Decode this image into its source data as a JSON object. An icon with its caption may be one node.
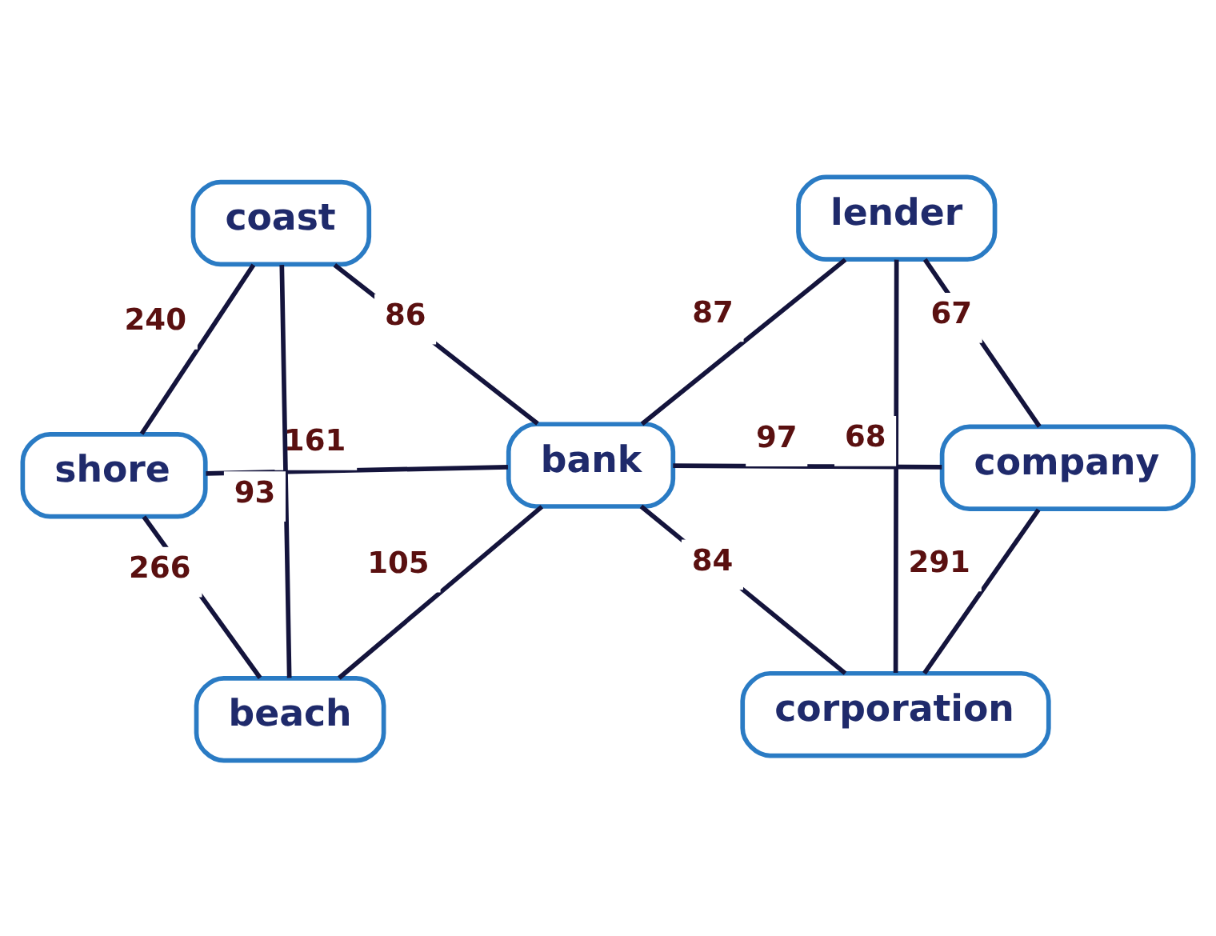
{
  "diagram": {
    "nodes": [
      {
        "text": [
          "shore"
        ]
      },
      {
        "text": [
          "company"
        ]
      },
      {
        "text": [
          "beach"
        ]
      },
      {
        "text": [
          "bank"
        ]
      },
      {
        "text": [
          "lender"
        ]
      },
      {
        "text": [
          "coast"
        ]
      },
      {
        "text": [
          "corporation"
        ]
      }
    ],
    "edges": [
      {
        "from": 0,
        "to": 5,
        "arrow": "none",
        "label": "240"
      },
      {
        "from": 0,
        "to": 2,
        "arrow": "none",
        "label": "266"
      },
      {
        "from": 0,
        "to": 3,
        "arrow": "none",
        "label": "161"
      },
      {
        "from": 2,
        "to": 3,
        "arrow": "none",
        "label": "105"
      },
      {
        "from": 2,
        "to": 5,
        "arrow": "none",
        "label": "93"
      },
      {
        "from": 3,
        "to": 5,
        "arrow": "none",
        "label": "86"
      },
      {
        "from": 1,
        "to": 3,
        "arrow": "none",
        "label": "97"
      },
      {
        "from": 3,
        "to": 4,
        "arrow": "none",
        "label": "87"
      },
      {
        "from": 3,
        "to": 6,
        "arrow": "none",
        "label": "84"
      },
      {
        "from": 1,
        "to": 4,
        "arrow": "none",
        "label": "67"
      },
      {
        "from": 1,
        "to": 6,
        "arrow": "none",
        "label": "291"
      },
      {
        "from": 4,
        "to": 6,
        "arrow": "none",
        "label": "68"
      }
    ]
  }
}
